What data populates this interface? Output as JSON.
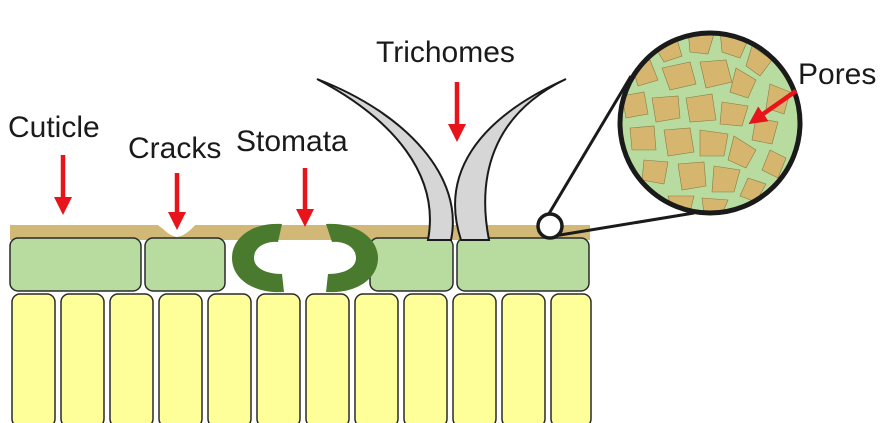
{
  "labels": {
    "cuticle": "Cuticle",
    "cracks": "Cracks",
    "stomata": "Stomata",
    "trichomes": "Trichomes",
    "pores": "Pores"
  },
  "colors": {
    "arrow": "#e8141c",
    "cuticle": "#d2b877",
    "epidermis": "#b8dca0",
    "palisade": "#ffff99",
    "guard_cell": "#4a7a2e",
    "trichome_fill": "#d6d6d6",
    "pore_patch": "#d6b56e",
    "outline": "#1a1a1a"
  }
}
